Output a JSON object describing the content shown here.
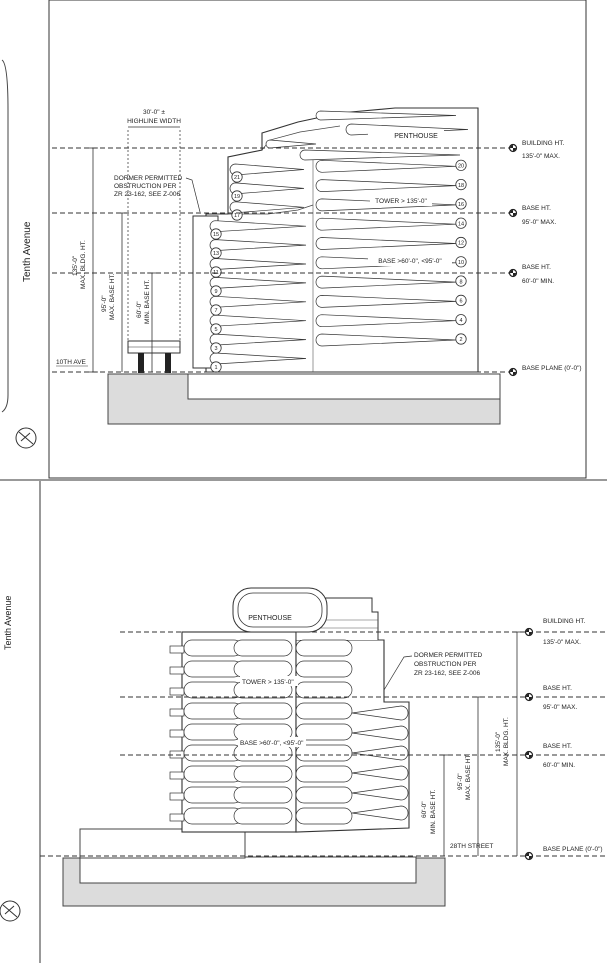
{
  "top": {
    "street_label": "Tenth Avenue",
    "highline": {
      "dim": "30'-0\" ±",
      "label": "HIGHLINE WIDTH"
    },
    "dormer": [
      "DORMER PERMITTED",
      "OBSTRUCTION PER",
      "ZR 23-162, SEE Z-006"
    ],
    "penthouse": "PENTHOUSE",
    "tower": "TOWER > 135'-0\"",
    "base_range": "BASE >60'-0\", <95'-0\"",
    "avenue_marker": "10TH AVE",
    "left_floors": [
      "1",
      "3",
      "5",
      "7",
      "9",
      "11",
      "13",
      "15",
      "17",
      "19",
      "21"
    ],
    "right_floors": [
      "2",
      "4",
      "6",
      "8",
      "10",
      "12",
      "14",
      "16",
      "18",
      "20"
    ],
    "vert_dims": {
      "max_bldg": [
        "135'-0\"",
        "MAX. BLDG. HT."
      ],
      "max_base": [
        "95'-0\"",
        "MAX. BASE HT."
      ],
      "min_base": [
        "60'-0\"",
        "MIN. BASE HT."
      ]
    },
    "levels": [
      {
        "title": "BUILDING HT.",
        "value": "135'-0\" MAX."
      },
      {
        "title": "BASE HT.",
        "value": "95'-0\" MAX."
      },
      {
        "title": "BASE HT.",
        "value": "60'-0\" MIN."
      },
      {
        "title": "BASE PLANE (0'-0\")",
        "value": ""
      }
    ]
  },
  "bottom": {
    "street_label": "Tenth Avenue",
    "penthouse": "PENTHOUSE",
    "tower": "TOWER > 135'-0\"",
    "base_range": "BASE >60'-0\", <95'-0\"",
    "dormer": [
      "DORMER PERMITTED",
      "OBSTRUCTION PER",
      "ZR 23-162, SEE Z-006"
    ],
    "street_marker": "28TH STREET",
    "vert_dims": {
      "min_base": [
        "60'-0\"",
        "MIN. BASE HT."
      ],
      "max_base": [
        "95'-0\"",
        "MAX. BASE HT."
      ],
      "max_bldg": [
        "135'-0\"",
        "MAX. BLDG. HT."
      ]
    },
    "levels": [
      {
        "title": "BUILDING HT.",
        "value": "135'-0\" MAX."
      },
      {
        "title": "BASE HT.",
        "value": "95'-0\" MAX."
      },
      {
        "title": "BASE HT.",
        "value": "60'-0\" MIN."
      },
      {
        "title": "BASE PLANE (0'-0\")",
        "value": ""
      }
    ]
  }
}
